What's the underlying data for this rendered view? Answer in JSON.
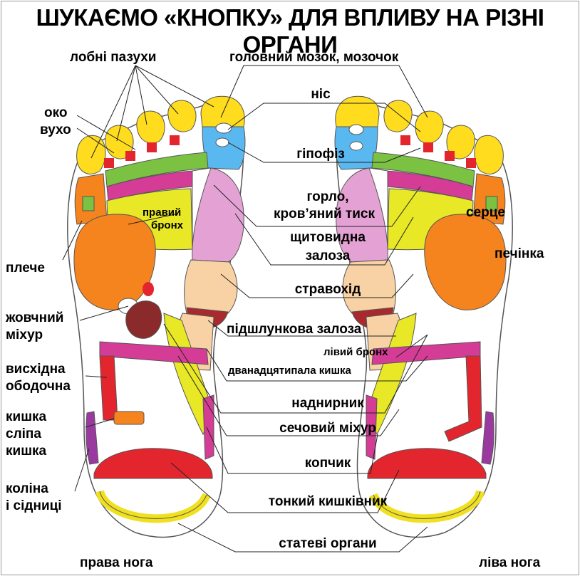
{
  "title": "ШУКАЄМО «КНОПКУ» ДЛЯ ВПЛИВУ НА РІЗНІ ОРГАНИ",
  "labels": {
    "frontal_sinuses": "лобні пазухи",
    "brain": "головний мозок, мозочок",
    "nose": "ніс",
    "eye": "око",
    "ear": "вухо",
    "pituitary": "гіпофіз",
    "throat": "горло,",
    "blood_pressure": "кров’яний тиск",
    "right_bronchus_1": "правий",
    "right_bronchus_2": "бронх",
    "heart": "серце",
    "thyroid_1": "щитовидна",
    "thyroid_2": "залоза",
    "shoulder": "плече",
    "liver": "печінка",
    "esophagus": "стравохід",
    "gallbladder_1": "жовчний",
    "gallbladder_2": "міхур",
    "pancreas": "підшлункова залоза",
    "left_bronchus": "лівий бронх",
    "ascending_colon_1": "висхідна",
    "ascending_colon_2": "ободочна",
    "duodenum": "дванадцятипала кишка",
    "colon_1": "кишка",
    "cecum_1": "сліпа",
    "cecum_2": "кишка",
    "adrenal": "наднирник",
    "bladder": "сечовий міхур",
    "coccyx": "копчик",
    "knees_1": "коліна",
    "knees_2": "і сідниці",
    "small_intestine": "тонкий кишківник",
    "genitals": "статеві органи",
    "right_foot": "права нога",
    "left_foot": "ліва нога"
  },
  "colors": {
    "yellow": "#ffdc1e",
    "cyan": "#5ab8f0",
    "green": "#7cc242",
    "magenta": "#d43c96",
    "pink": "#e4a2d4",
    "lime": "#e8e826",
    "orange": "#f5841e",
    "peach": "#f8d2a4",
    "red": "#e3262e",
    "darkred": "#a82a2e",
    "purple": "#9a3aa0"
  }
}
